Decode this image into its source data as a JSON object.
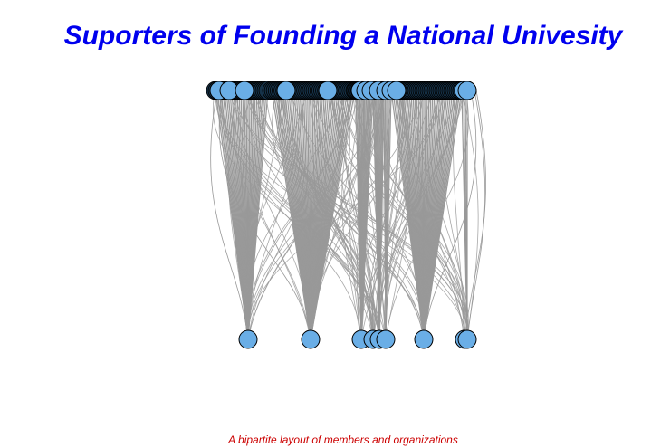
{
  "title": "Suporters of Founding a National Univesity",
  "caption": "A bipartite layout of members and organizations",
  "colors": {
    "title": "#0000ee",
    "caption": "#cc0000",
    "node_fill": "#6aaee6",
    "node_stroke": "#000000",
    "edge": "#999999"
  },
  "layout": "bipartite",
  "node_sets": {
    "members": {
      "row": "top"
    },
    "organizations": {
      "row": "bottom",
      "count": 9
    }
  }
}
